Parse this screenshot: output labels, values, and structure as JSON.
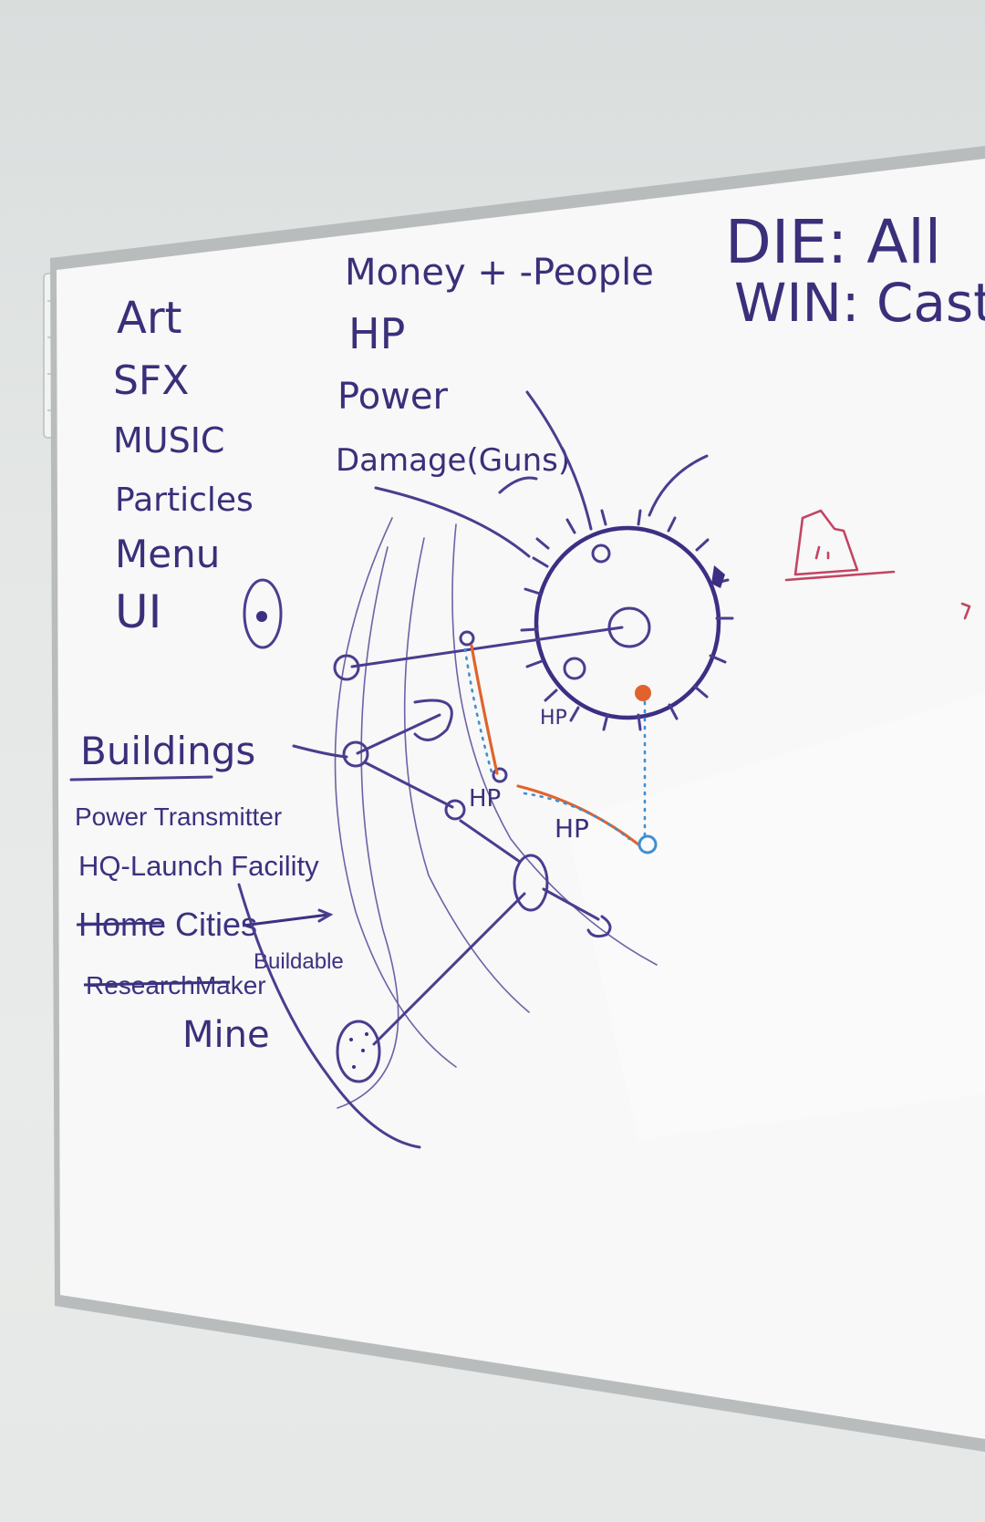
{
  "board": {
    "left_list": [
      "Art",
      "SFX",
      "MUSIC",
      "Particles",
      "Menu",
      "UI"
    ],
    "resources": [
      "Money + -People",
      "HP",
      "Power",
      "Damage(Guns)"
    ],
    "conditions": [
      "DIE: All",
      "WIN: Cast"
    ],
    "buildings_heading": "Buildings",
    "buildings": [
      "Power Transmitter",
      "HQ-Launch Facility",
      "Home Cities",
      "Buildable",
      "ResearchMaker",
      "Mine"
    ],
    "diagram_labels": [
      "HP",
      "HP",
      "HP"
    ]
  },
  "colors": {
    "marker_purple": "#3b3180",
    "marker_orange": "#e0632d",
    "marker_blue": "#3f8fd0",
    "marker_red": "#c24563",
    "board_white": "#f7f8f7",
    "frame_silver": "#b9bcbd"
  }
}
